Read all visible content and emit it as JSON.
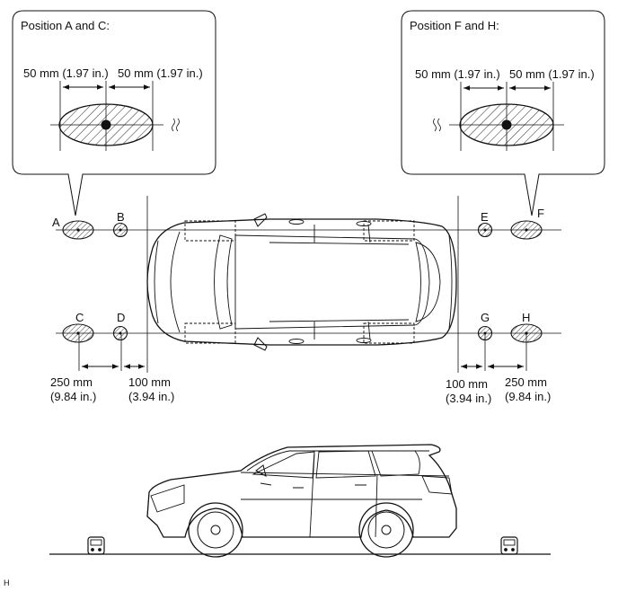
{
  "callouts": {
    "left_title": "Position A and C:",
    "right_title": "Position F and H:",
    "dim_50": "50 mm (1.97 in.)"
  },
  "points": {
    "A": "A",
    "B": "B",
    "C": "C",
    "D": "D",
    "E": "E",
    "F": "F",
    "G": "G",
    "H": "H"
  },
  "dims": {
    "d250_mm": "250 mm",
    "d250_in": "(9.84 in.)",
    "d100_mm": "100 mm",
    "d100_in": "(3.94 in.)"
  },
  "footer_code": "H"
}
